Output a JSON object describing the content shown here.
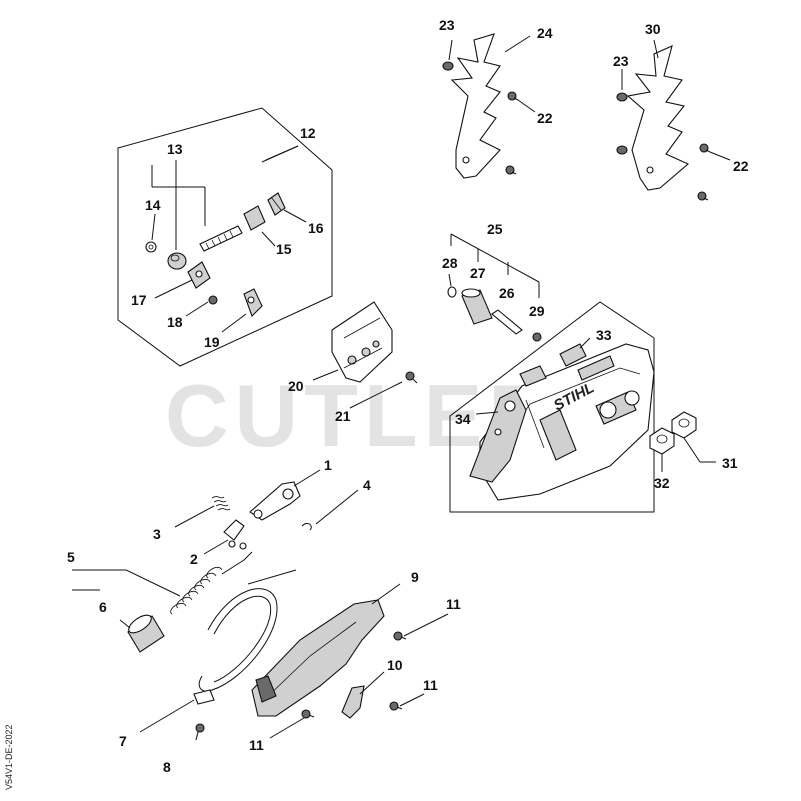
{
  "watermark": "CUTLERS",
  "drawing_code": "V54V1-DE-2022",
  "brand_logo": "STIHL",
  "part_labels": [
    "1",
    "2",
    "3",
    "4",
    "5",
    "6",
    "7",
    "8",
    "9",
    "10",
    "11",
    "11",
    "11",
    "12",
    "13",
    "14",
    "15",
    "16",
    "17",
    "18",
    "19",
    "20",
    "21",
    "22",
    "22",
    "23",
    "23",
    "24",
    "25",
    "26",
    "27",
    "28",
    "29",
    "30",
    "31",
    "32",
    "33",
    "34"
  ]
}
